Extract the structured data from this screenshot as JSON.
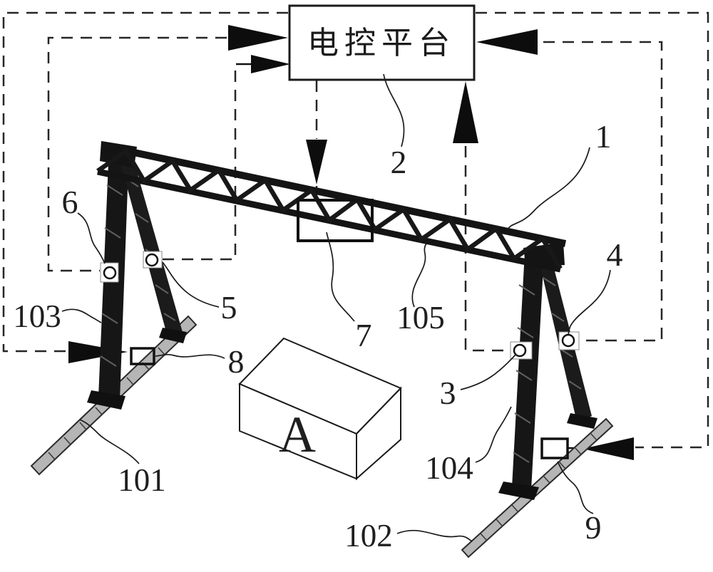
{
  "control_platform": {
    "label": "电控平台"
  },
  "part_labels": {
    "n1": "1",
    "n2": "2",
    "n3": "3",
    "n4": "4",
    "n5": "5",
    "n6": "6",
    "n7": "7",
    "n8": "8",
    "n9": "9",
    "n101": "101",
    "n102": "102",
    "n103": "103",
    "n104": "104",
    "n105": "105"
  },
  "load_label": "A",
  "colors": {
    "ink": "#1a1a1a",
    "structure": "#141414",
    "rail_fill": "#b5b5b5",
    "background": "#ffffff"
  }
}
